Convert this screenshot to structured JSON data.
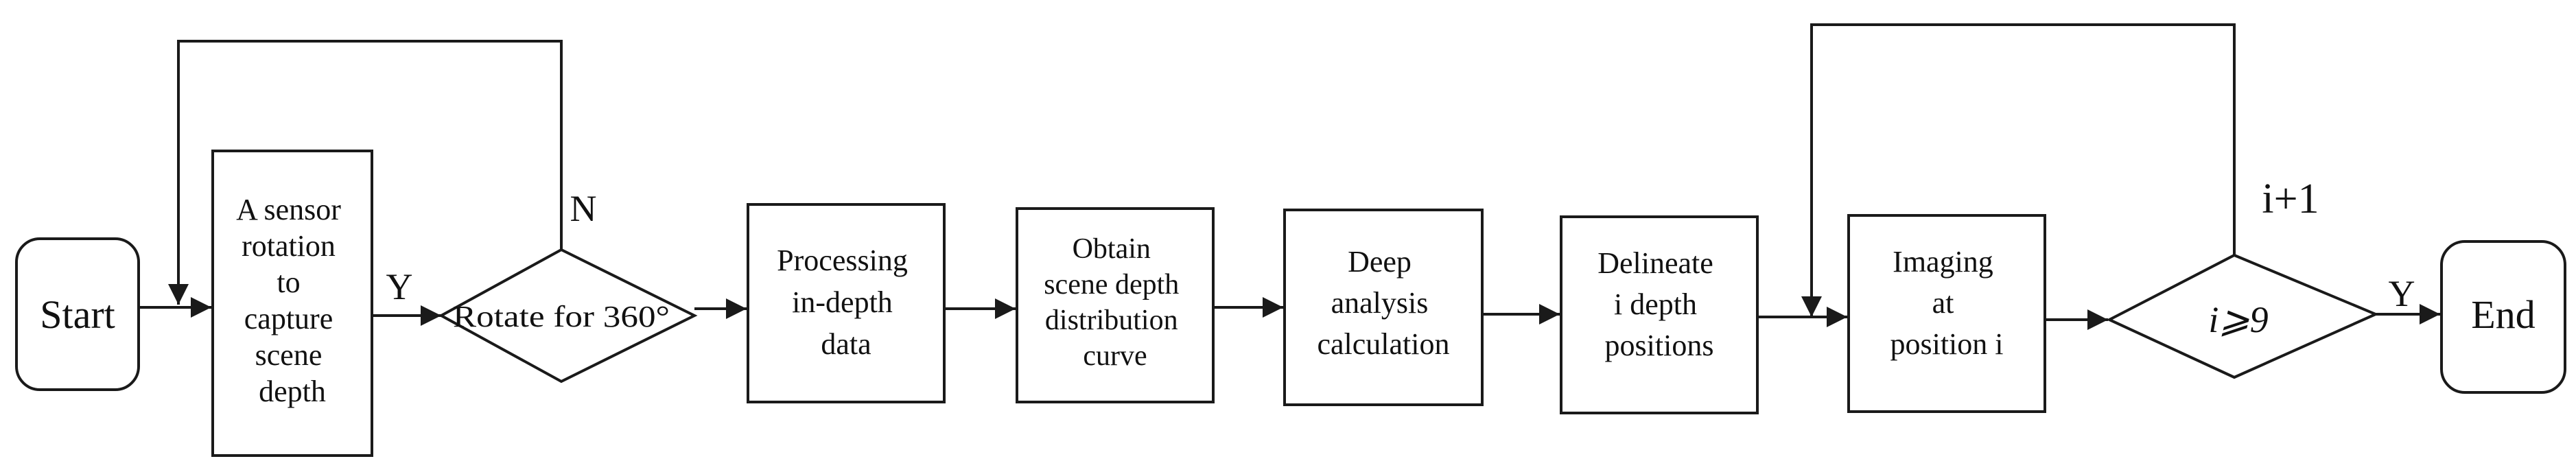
{
  "nodes": {
    "start": {
      "label": "Start"
    },
    "capture": {
      "lines": [
        "A sensor",
        "rotation",
        "to",
        "capture",
        "scene",
        "depth"
      ]
    },
    "rotate": {
      "text": "Rotate for 360°"
    },
    "process": {
      "lines": [
        "Processing",
        "in-depth",
        "data"
      ]
    },
    "obtain": {
      "lines": [
        "Obtain",
        "scene depth",
        "distribution",
        "curve"
      ]
    },
    "deep": {
      "lines": [
        "Deep",
        "analysis",
        "calculation"
      ]
    },
    "delineate": {
      "lines": [
        "Delineate",
        "i depth",
        "positions"
      ]
    },
    "imaging": {
      "lines": [
        "Imaging",
        "at",
        "position i"
      ]
    },
    "check": {
      "text": "i⩾9"
    },
    "end": {
      "label": "End"
    }
  },
  "edge_labels": {
    "capture_to_rotate": "Y",
    "rotate_no": "N",
    "loop_increment": "i+1",
    "check_to_end": "Y"
  }
}
